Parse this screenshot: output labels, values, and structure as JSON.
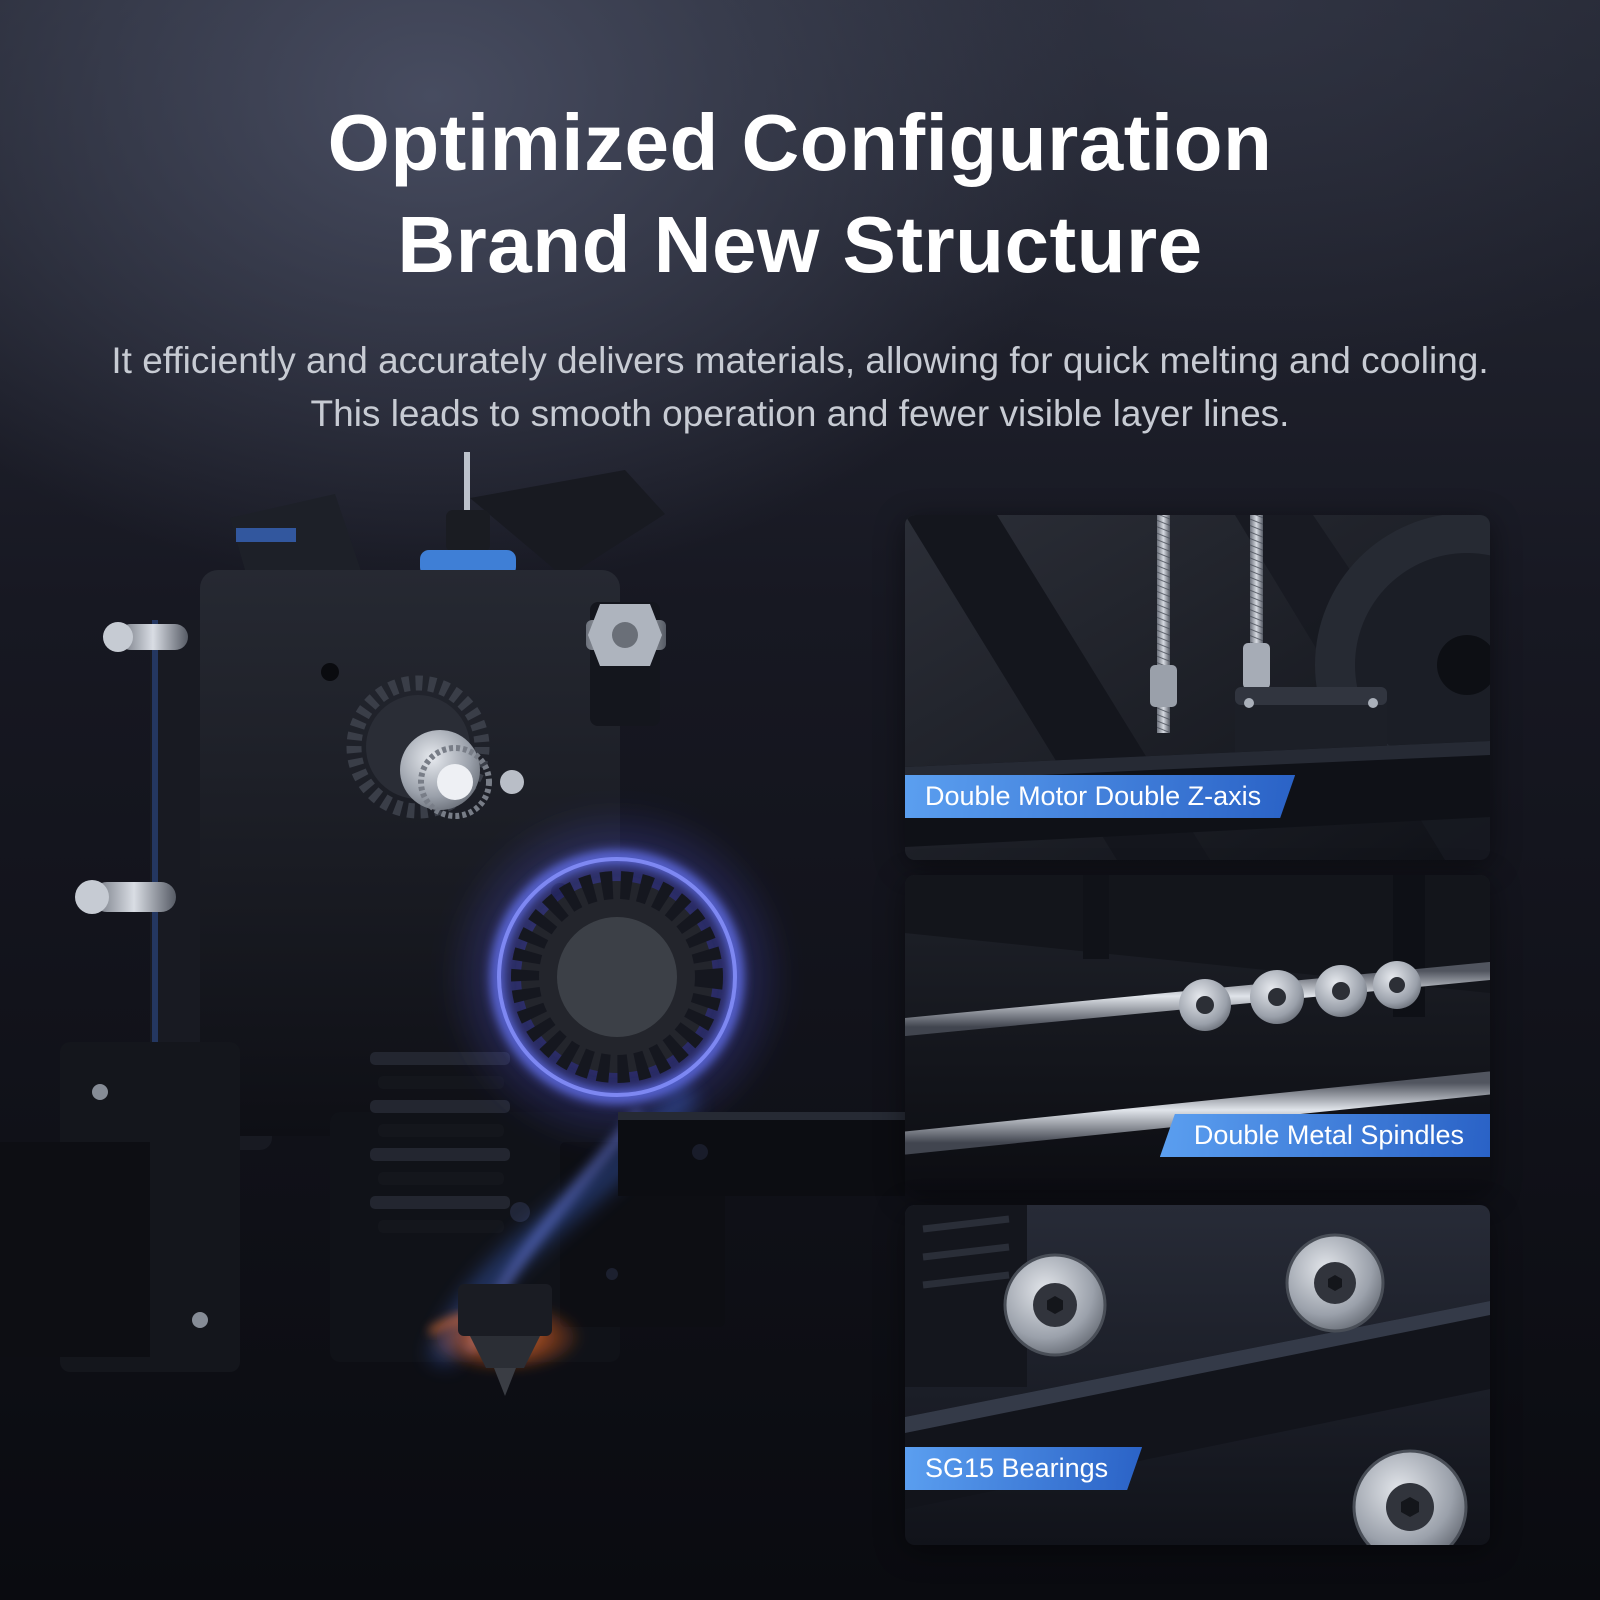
{
  "header": {
    "title_line1": "Optimized Configuration",
    "title_line2": "Brand New Structure",
    "description": "It efficiently and accurately delivers materials, allowing for quick melting and cooling. This leads to smooth operation and fewer visible layer lines."
  },
  "hero": {
    "subject": "extruder-hotend-render",
    "glow_color": "#5a6dff",
    "nozzle_glow_color": "#ff7b33"
  },
  "panels": [
    {
      "label": "Double Motor Double Z-axis",
      "label_position": "bottom-left"
    },
    {
      "label": "Double Metal Spindles",
      "label_position": "bottom-right"
    },
    {
      "label": "SG15 Bearings",
      "label_position": "bottom-left"
    }
  ],
  "colors": {
    "title_color": "#ffffff",
    "body_text_color": "#c7cbd3",
    "ribbon_gradient_start": "#5b9ff0",
    "ribbon_gradient_end": "#2a62c6",
    "background_top": "#474c60",
    "background_bottom": "#0a0b10"
  }
}
